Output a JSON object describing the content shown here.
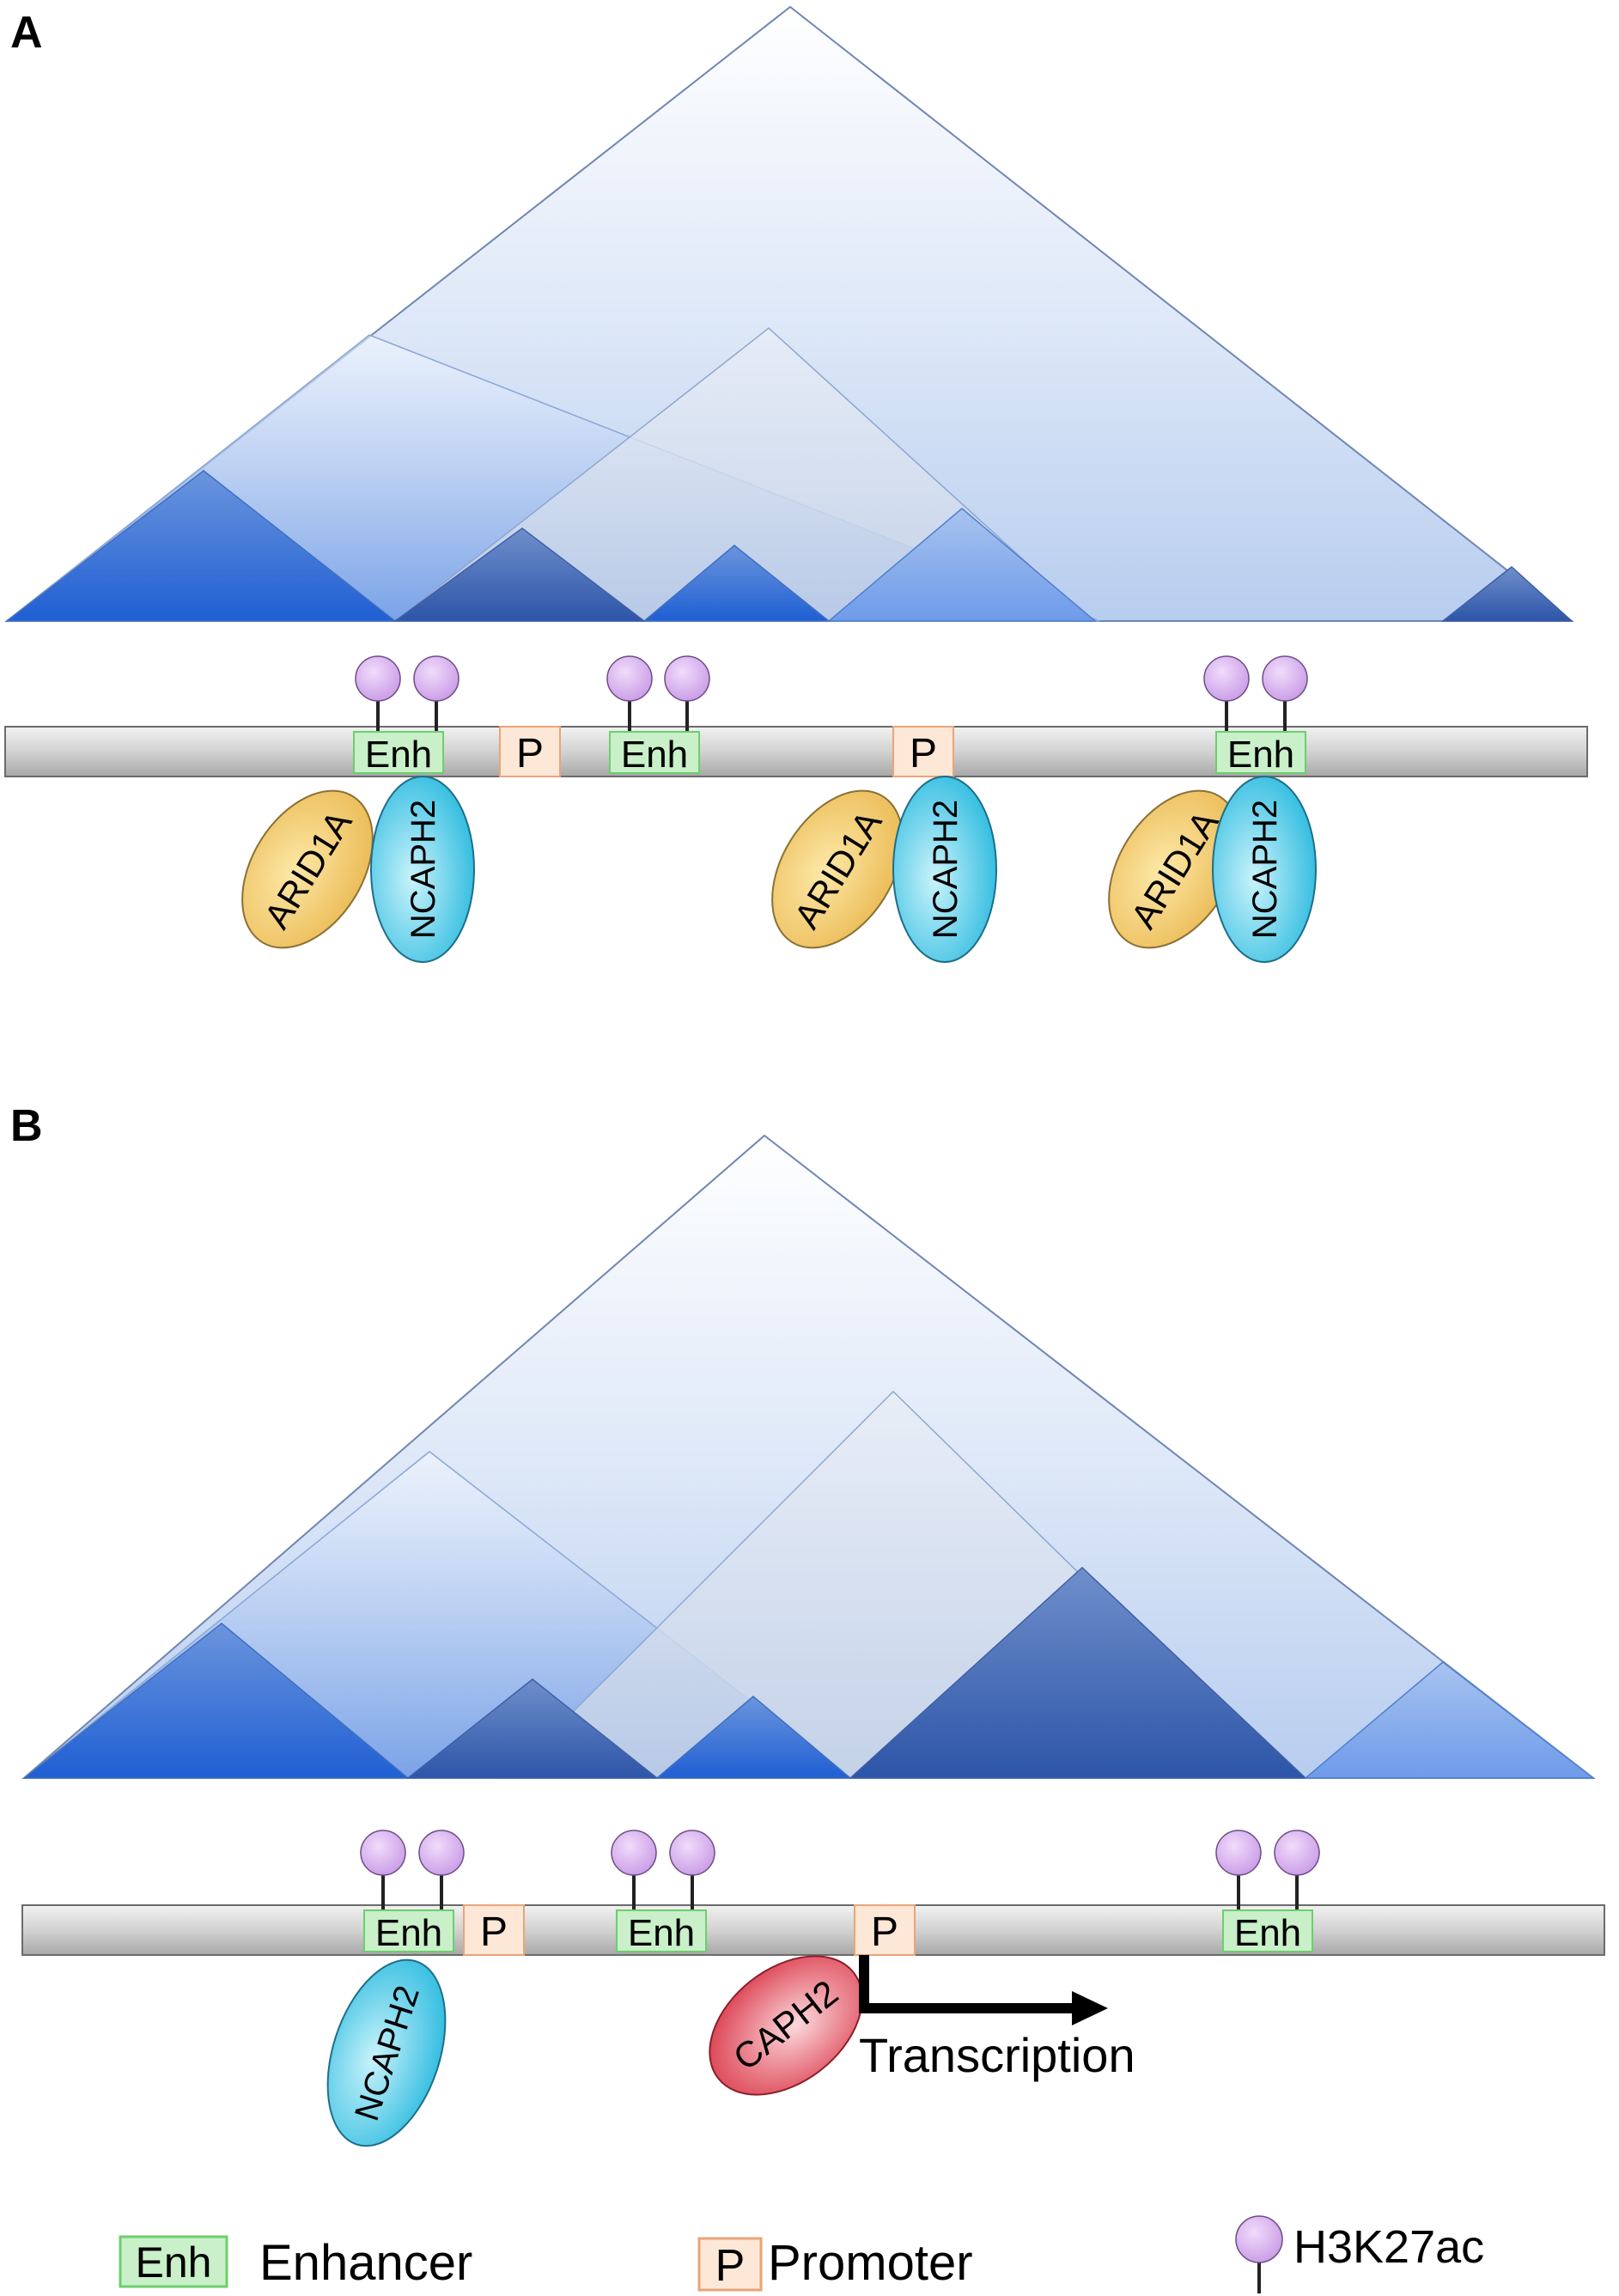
{
  "panels": {
    "a": {
      "letter": "A",
      "elements": [
        "Enh",
        "P",
        "Enh",
        "P",
        "Enh"
      ],
      "proteins": [
        "ARID1A",
        "NCAPH2",
        "ARID1A",
        "NCAPH2",
        "ARID1A",
        "NCAPH2"
      ]
    },
    "b": {
      "letter": "B",
      "elements": [
        "Enh",
        "P",
        "Enh",
        "P",
        "Enh"
      ],
      "proteins": [
        "NCAPH2",
        "CAPH2"
      ],
      "arrow_label": "Transcription"
    }
  },
  "legend": {
    "enh_box": "Enh",
    "enh_label": "Enhancer",
    "p_box": "P",
    "p_label": "Promoter",
    "mark_label": "H3K27ac"
  },
  "colors": {
    "enhancer_fill": "#c9f0c9",
    "enhancer_border": "#6ccf6c",
    "promoter_fill": "#fde7d6",
    "promoter_border": "#e8a57a",
    "arid1a": "#f2c867",
    "ncaph2": "#3fc4e6",
    "caph2": "#e04050",
    "h3k27ac": "#dcb0f2",
    "tad_blue": "#2f6fd6"
  }
}
